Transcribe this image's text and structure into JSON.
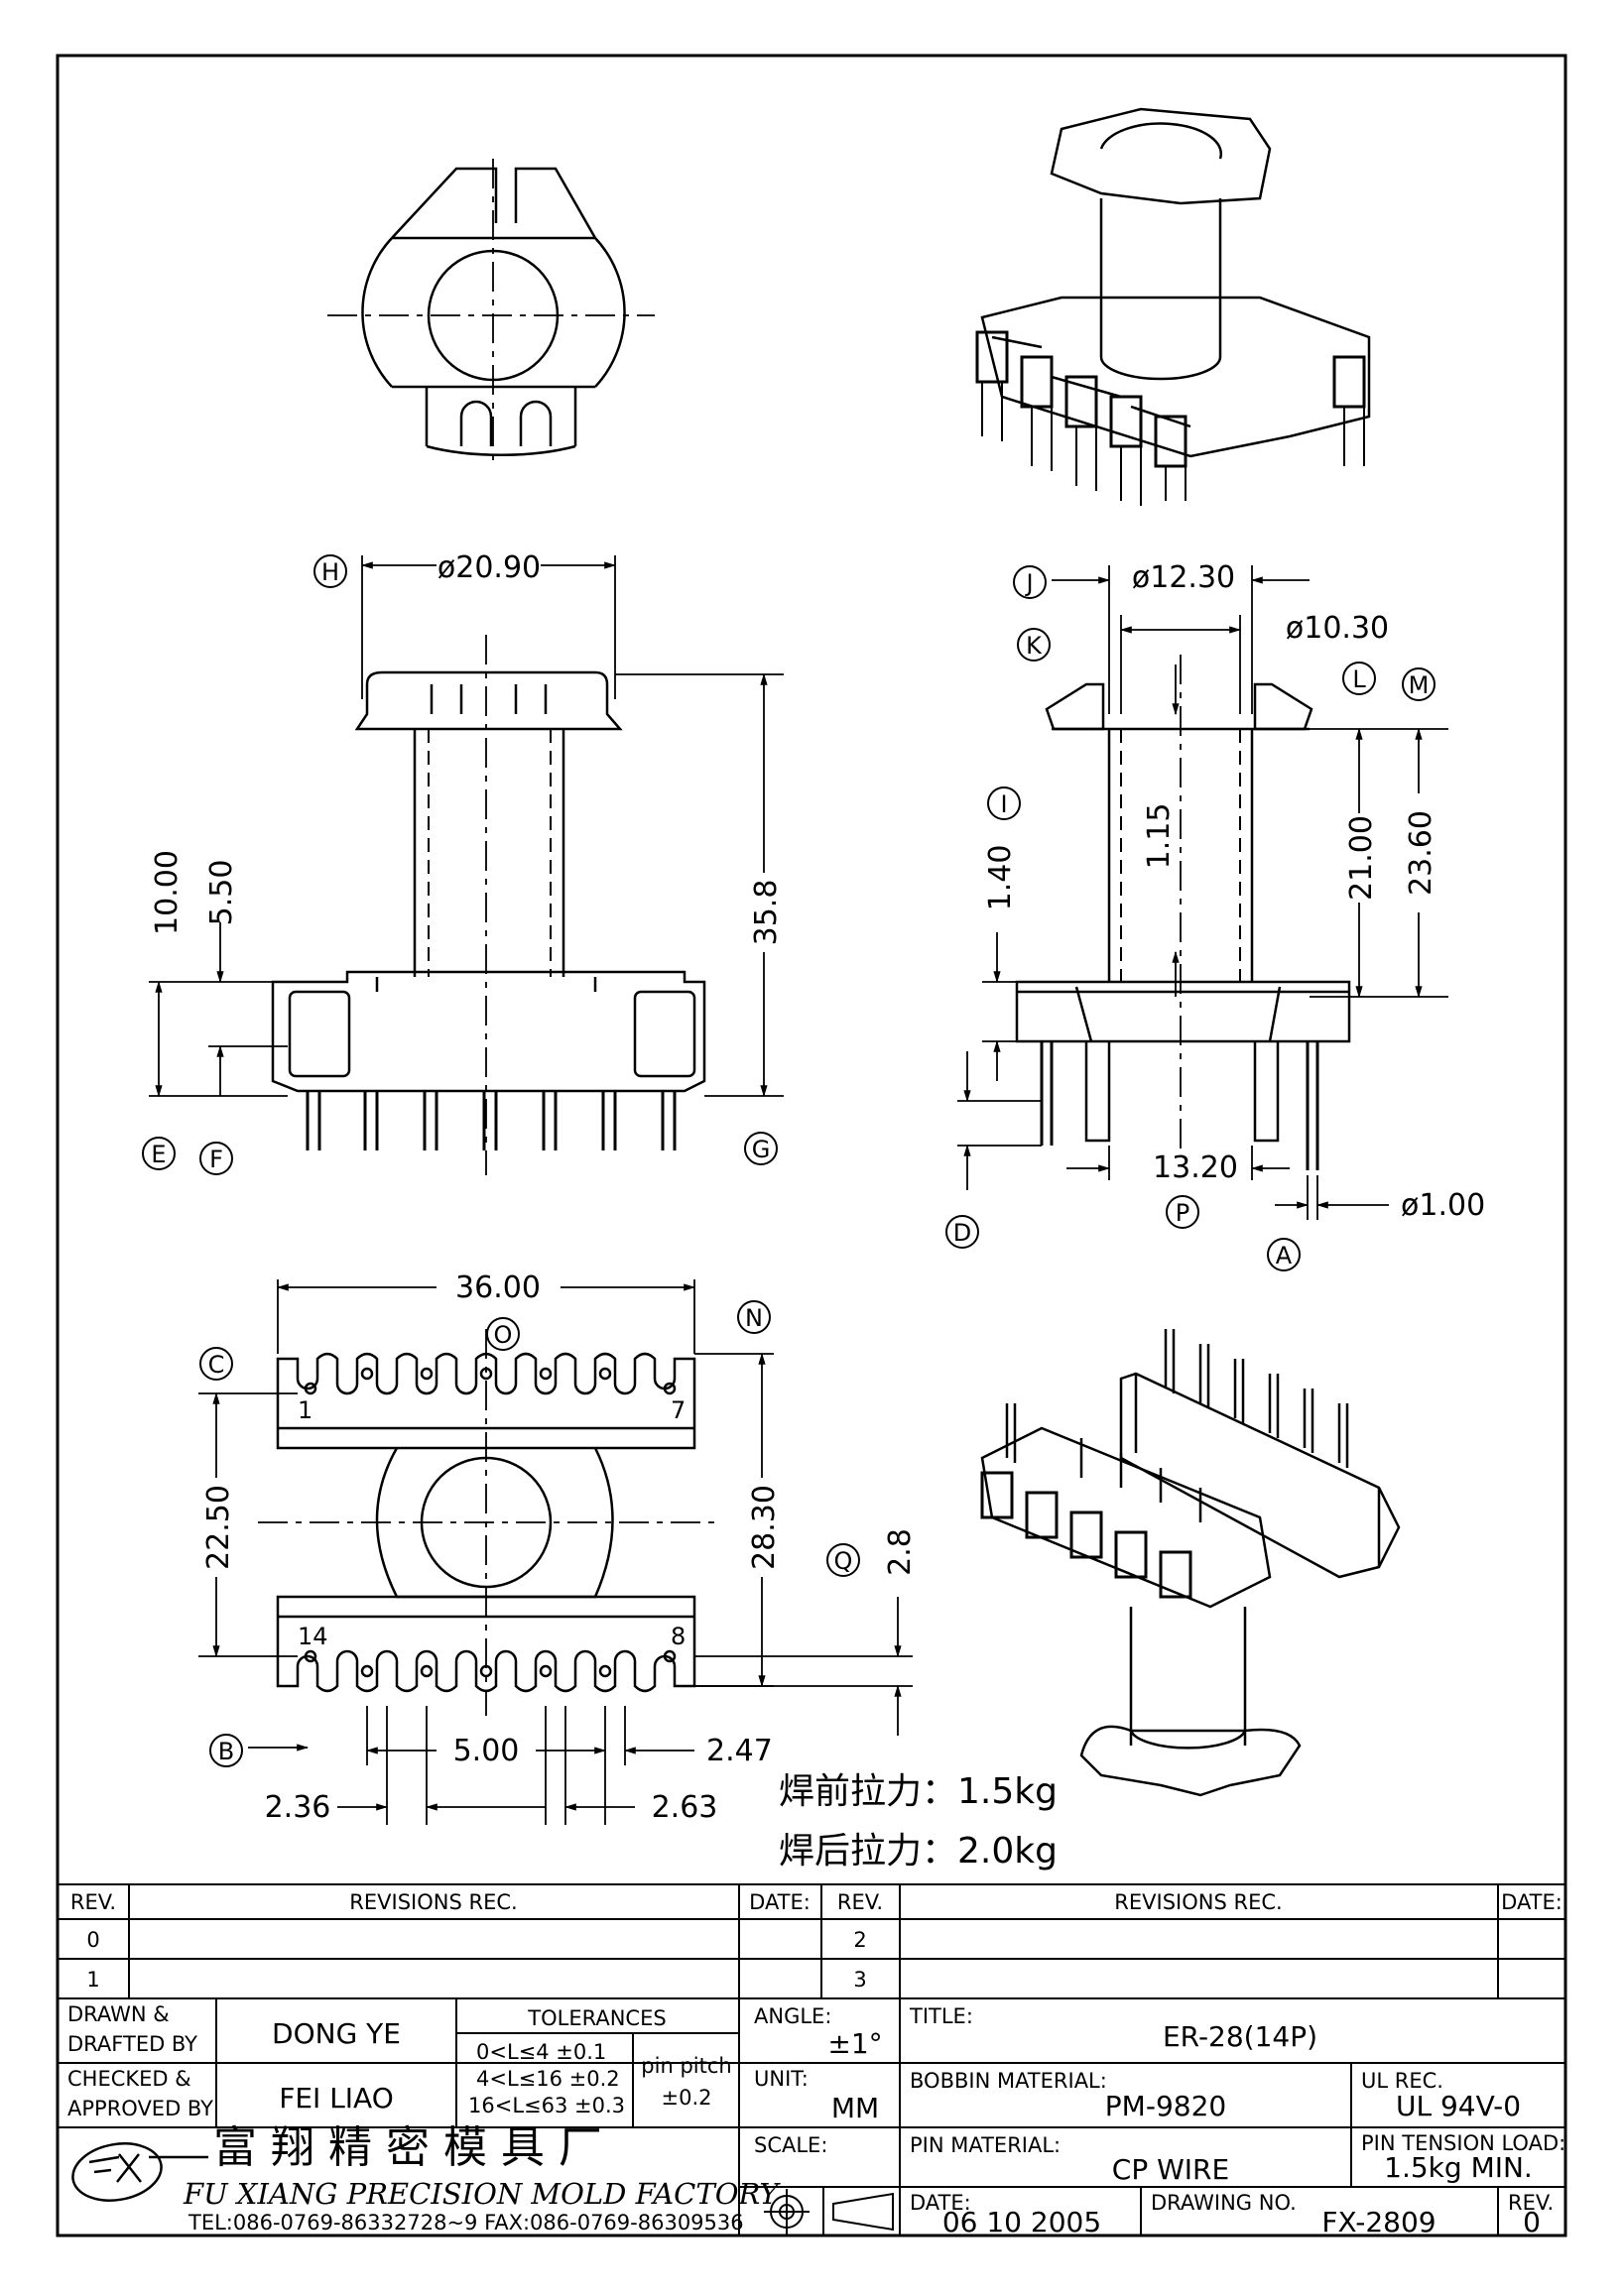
{
  "drawing": {
    "dims_top_left": {
      "dia": "ø20.90",
      "h1": "10.00",
      "h2": "5.50",
      "h3": "35.8"
    },
    "dims_top_right": {
      "dia1": "ø12.30",
      "dia2": "ø10.30",
      "d1": "1.40",
      "d2": "1.15",
      "d3": "21.00",
      "d4": "23.60",
      "d5": "13.20",
      "d6": "ø1.00"
    },
    "dims_bottom": {
      "w": "36.00",
      "h1": "22.50",
      "h2": "28.30",
      "h3": "2.8",
      "p1": "5.00",
      "p2": "2.47",
      "p3": "2.36",
      "p4": "2.63"
    },
    "pin_numbers": [
      "1",
      "7",
      "14",
      "8"
    ],
    "callouts": [
      "A",
      "B",
      "C",
      "D",
      "E",
      "F",
      "G",
      "H",
      "I",
      "J",
      "K",
      "L",
      "M",
      "N",
      "O",
      "P",
      "Q"
    ],
    "notes": [
      "焊前拉力：1.5kg",
      "焊后拉力：2.0kg"
    ]
  },
  "title_block": {
    "rev_hdr": "REV.",
    "revisions_hdr": "REVISIONS  REC.",
    "date_hdr": "DATE:",
    "revs_left": [
      "0",
      "1"
    ],
    "revs_right": [
      "2",
      "3"
    ],
    "drawn_lbl": "DRAWN &\nDRAFTED BY",
    "drawn_val": "DONG YE",
    "checked_lbl": "CHECKED &\nAPPROVED BY",
    "checked_val": "FEI LIAO",
    "tolerances_lbl": "TOLERANCES",
    "tol_rows": [
      "0<L≤4    ±0.1",
      "4<L≤16  ±0.2",
      "16<L≤63 ±0.3"
    ],
    "pin_pitch_lbl": "pin pitch",
    "pin_pitch_val": "±0.2",
    "angle_lbl": "ANGLE:",
    "angle_val": "±1°",
    "unit_lbl": "UNIT:",
    "unit_val": "MM",
    "scale_lbl": "SCALE:",
    "title_lbl": "TITLE:",
    "title_val": "ER-28(14P)",
    "bobbin_lbl": "BOBBIN MATERIAL:",
    "bobbin_val": "PM-9820",
    "ul_lbl": "UL REC.",
    "ul_val": "UL 94V-0",
    "pin_mat_lbl": "PIN MATERIAL:",
    "pin_mat_val": "CP WIRE",
    "pin_tension_lbl": "PIN TENSION LOAD:",
    "pin_tension_val": "1.5kg MIN.",
    "date_lbl": "DATE:",
    "date_val": "06 10 2005",
    "drawing_no_lbl": "DRAWING NO.",
    "drawing_no_val": "FX-2809",
    "rev_lbl": "REV.",
    "rev_val": "0",
    "company_cn": "富 翔 精 密 模 具 厂",
    "company_en": "FU XIANG PRECISION MOLD FACTORY",
    "company_tel": "TEL:086-0769-86332728~9  FAX:086-0769-86309536"
  }
}
